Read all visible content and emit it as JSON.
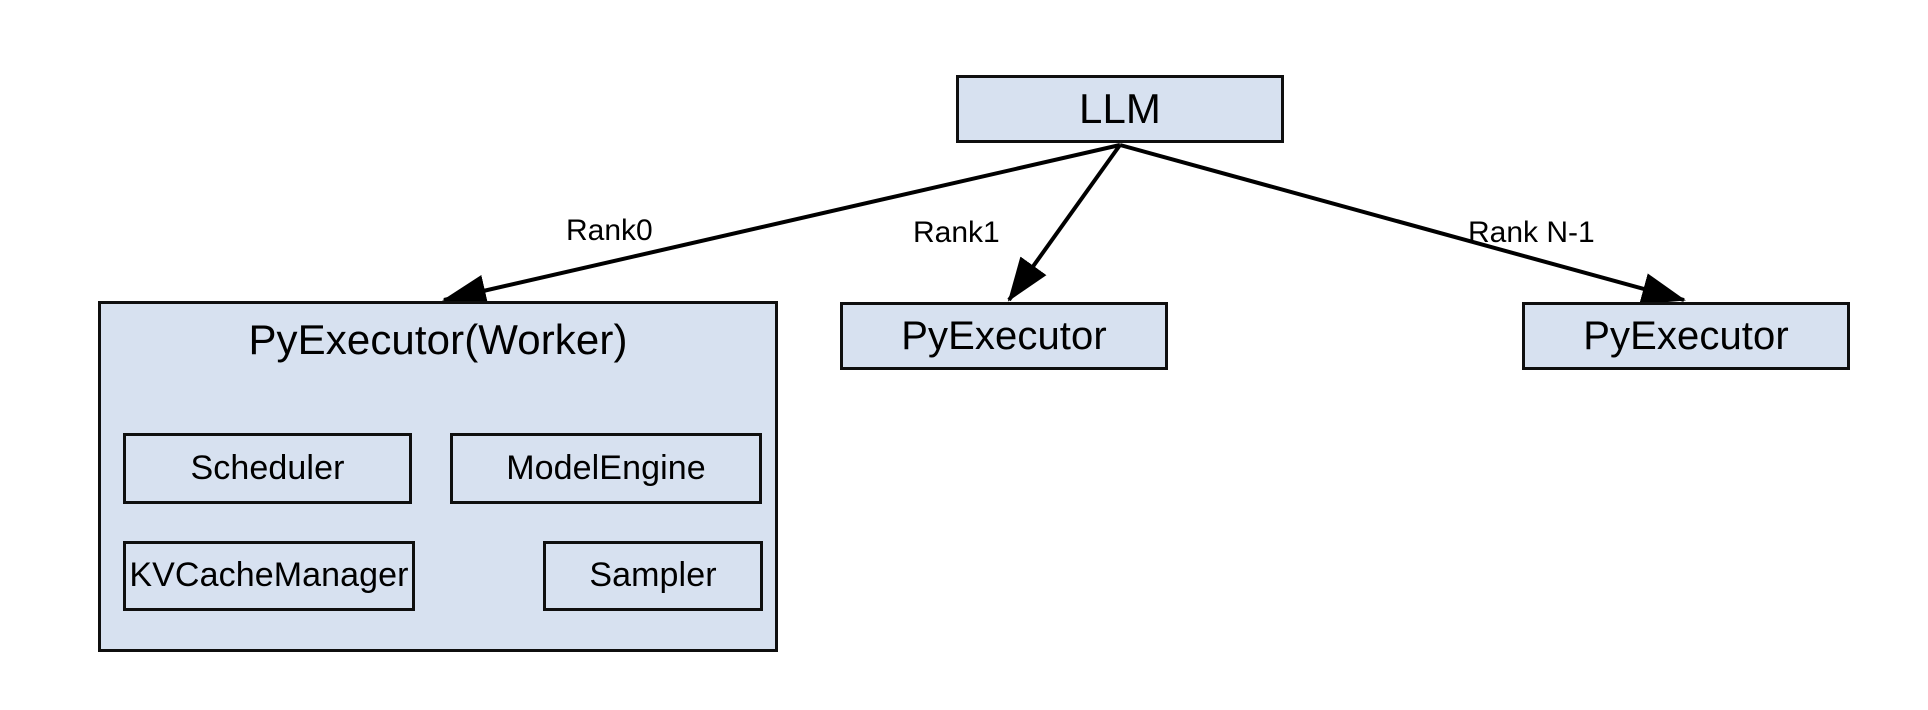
{
  "diagram": {
    "title": "LLM rank-to-PyExecutor topology",
    "background_color": "#ffffff",
    "node_fill_color": "#d7e1f0",
    "node_stroke_color": "#0f0f0f",
    "text_color": "#000000",
    "nodes": {
      "llm": {
        "label": "LLM"
      },
      "worker": {
        "label": "PyExecutor(Worker)"
      },
      "executor_rank1": {
        "label": "PyExecutor"
      },
      "executor_rankn": {
        "label": "PyExecutor"
      }
    },
    "worker_children": [
      {
        "label": "Scheduler"
      },
      {
        "label": "ModelEngine"
      },
      {
        "label": "KVCacheManager"
      },
      {
        "label": "Sampler"
      }
    ],
    "edges": [
      {
        "from": "LLM",
        "to": "PyExecutor(Worker)",
        "label": "Rank0"
      },
      {
        "from": "LLM",
        "to": "PyExecutor",
        "label": "Rank1"
      },
      {
        "from": "LLM",
        "to": "PyExecutor",
        "label": "Rank N-1"
      }
    ]
  }
}
